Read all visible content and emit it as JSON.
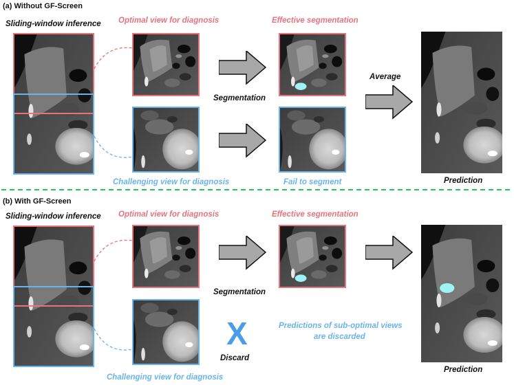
{
  "colors": {
    "pink": "#e8737c",
    "blue": "#6ab4ec",
    "green_divider": "#22c55e",
    "arrow_fill": "#a8a8a8",
    "discard_x": "#4a9ee8",
    "lesion": "#9ff3f5"
  },
  "section_a": {
    "title": "(a) Without GF-Screen",
    "sliding": "Sliding-window inference",
    "optimal": "Optimal view for diagnosis",
    "challenging": "Challenging view for diagnosis",
    "segmentation": "Segmentation",
    "effective": "Effective segmentation",
    "fail": "Fail to segment",
    "average": "Average",
    "prediction": "Prediction"
  },
  "section_b": {
    "title": "(b) With GF-Screen",
    "sliding": "Sliding-window inference",
    "optimal": "Optimal view for diagnosis",
    "challenging": "Challenging view for diagnosis",
    "segmentation": "Segmentation",
    "effective": "Effective segmentation",
    "discard_mark": "X",
    "discard": "Discard",
    "discarded_line1": "Predictions of sub-optimal views",
    "discarded_line2": "are discarded",
    "prediction": "Prediction"
  }
}
